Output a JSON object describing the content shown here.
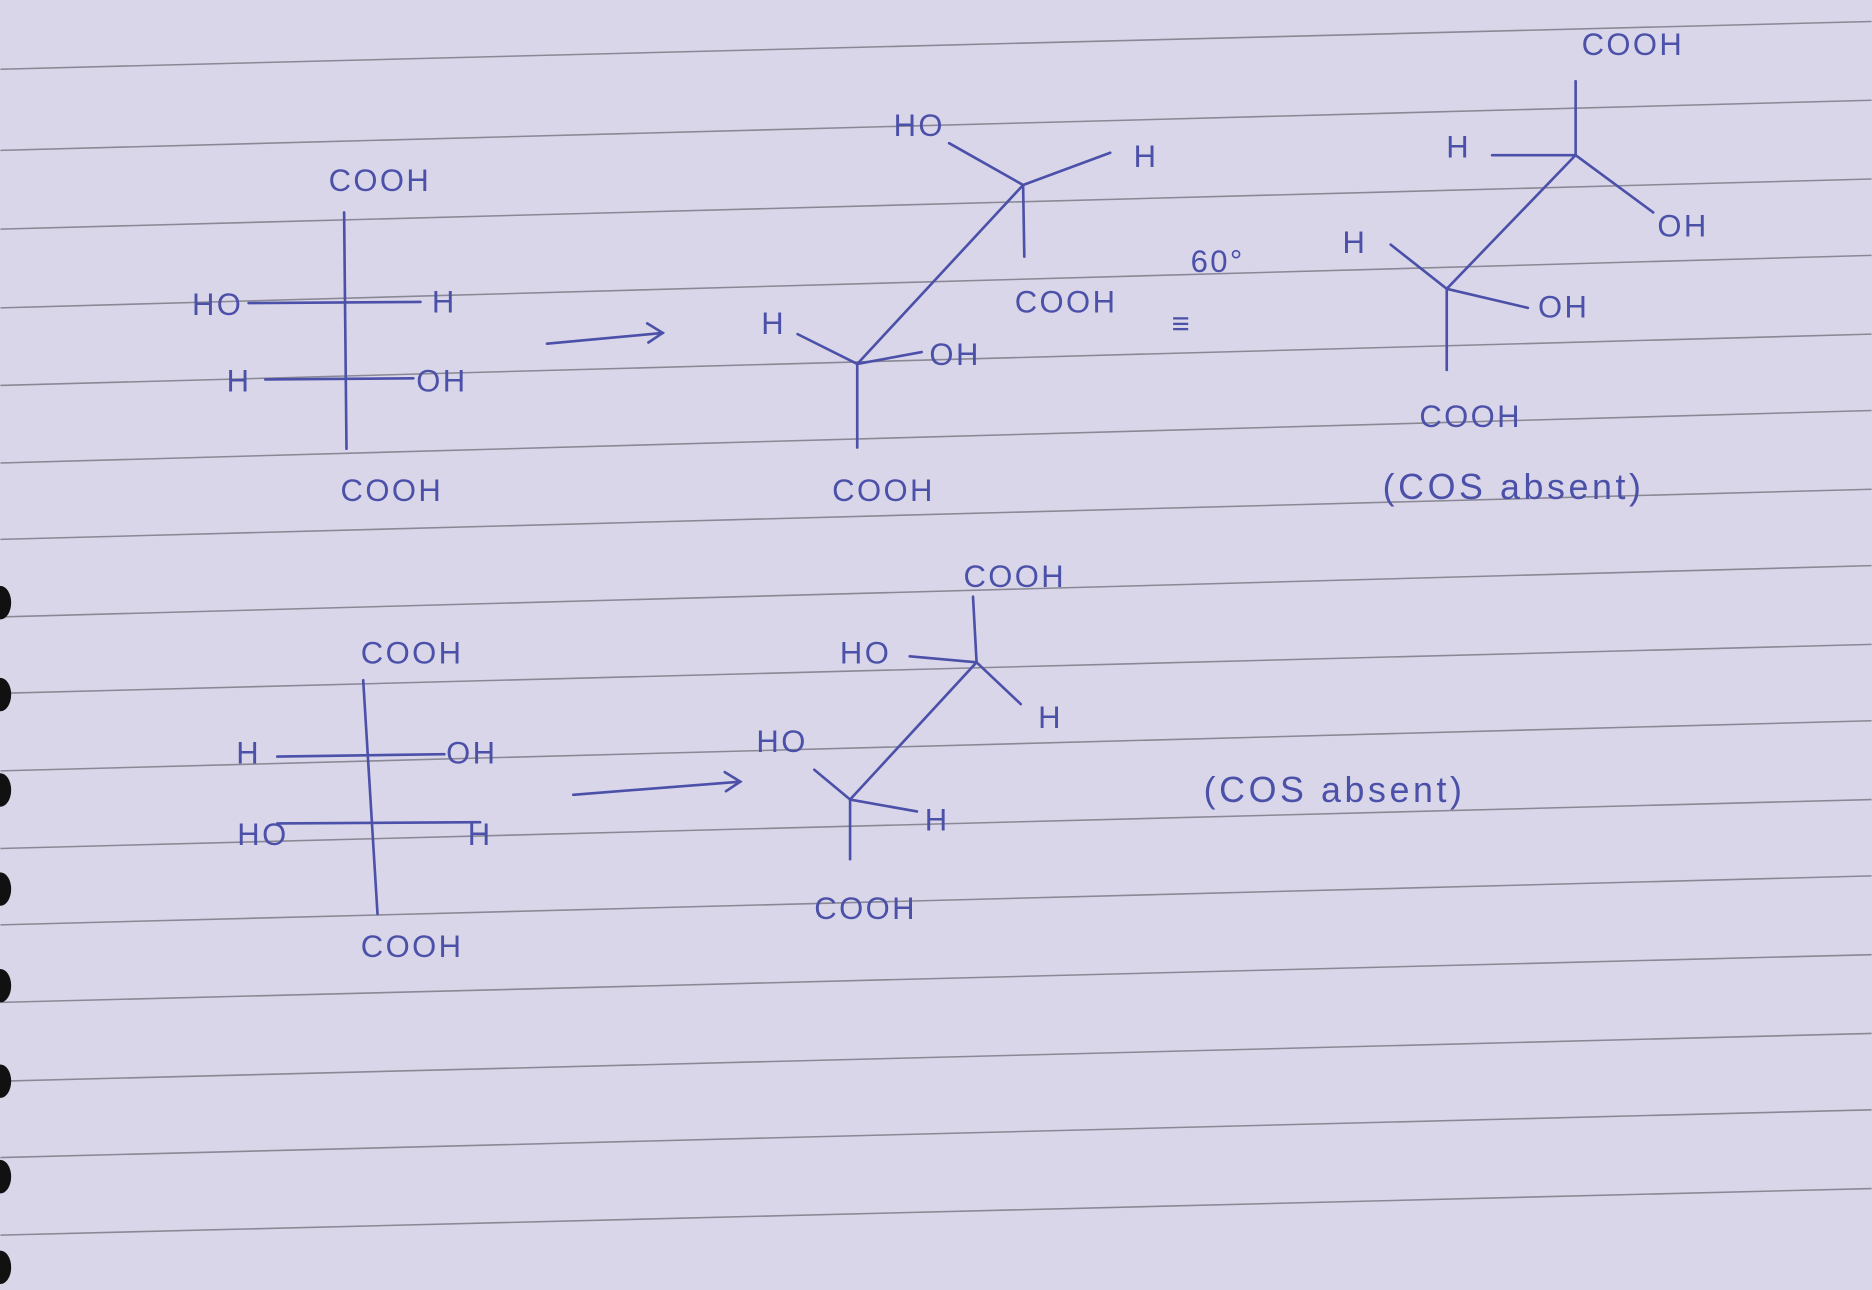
{
  "colors": {
    "paper": "#d9d6ea",
    "ink": "#4b50a8",
    "rule": "#6f6f78"
  },
  "structure1": {
    "fischer": {
      "top": "COOH",
      "bottom": "COOH",
      "row1_left": "HO",
      "row1_right": "H",
      "row2_left": "H",
      "row2_right": "OH"
    },
    "sawhorse_a": {
      "back_left": "HO",
      "back_right": "H",
      "back_down": "COOH",
      "front_left": "H",
      "front_right": "OH",
      "front_down": "COOH"
    },
    "rotation": "60°",
    "equivalent": "≡",
    "sawhorse_b": {
      "back_up": "COOH",
      "back_left": "H",
      "back_right": "OH",
      "front_left": "H",
      "front_right": "OH",
      "front_down": "COOH"
    },
    "note": "(COS absent)"
  },
  "structure2": {
    "fischer": {
      "top": "COOH",
      "bottom": "COOH",
      "row1_left": "H",
      "row1_right": "OH",
      "row2_left": "HO",
      "row2_right": "H"
    },
    "sawhorse": {
      "back_up": "COOH",
      "back_left": "HO",
      "back_right": "H",
      "front_left": "HO",
      "front_right": "H",
      "front_down": "COOH"
    },
    "note": "(COS absent)"
  }
}
